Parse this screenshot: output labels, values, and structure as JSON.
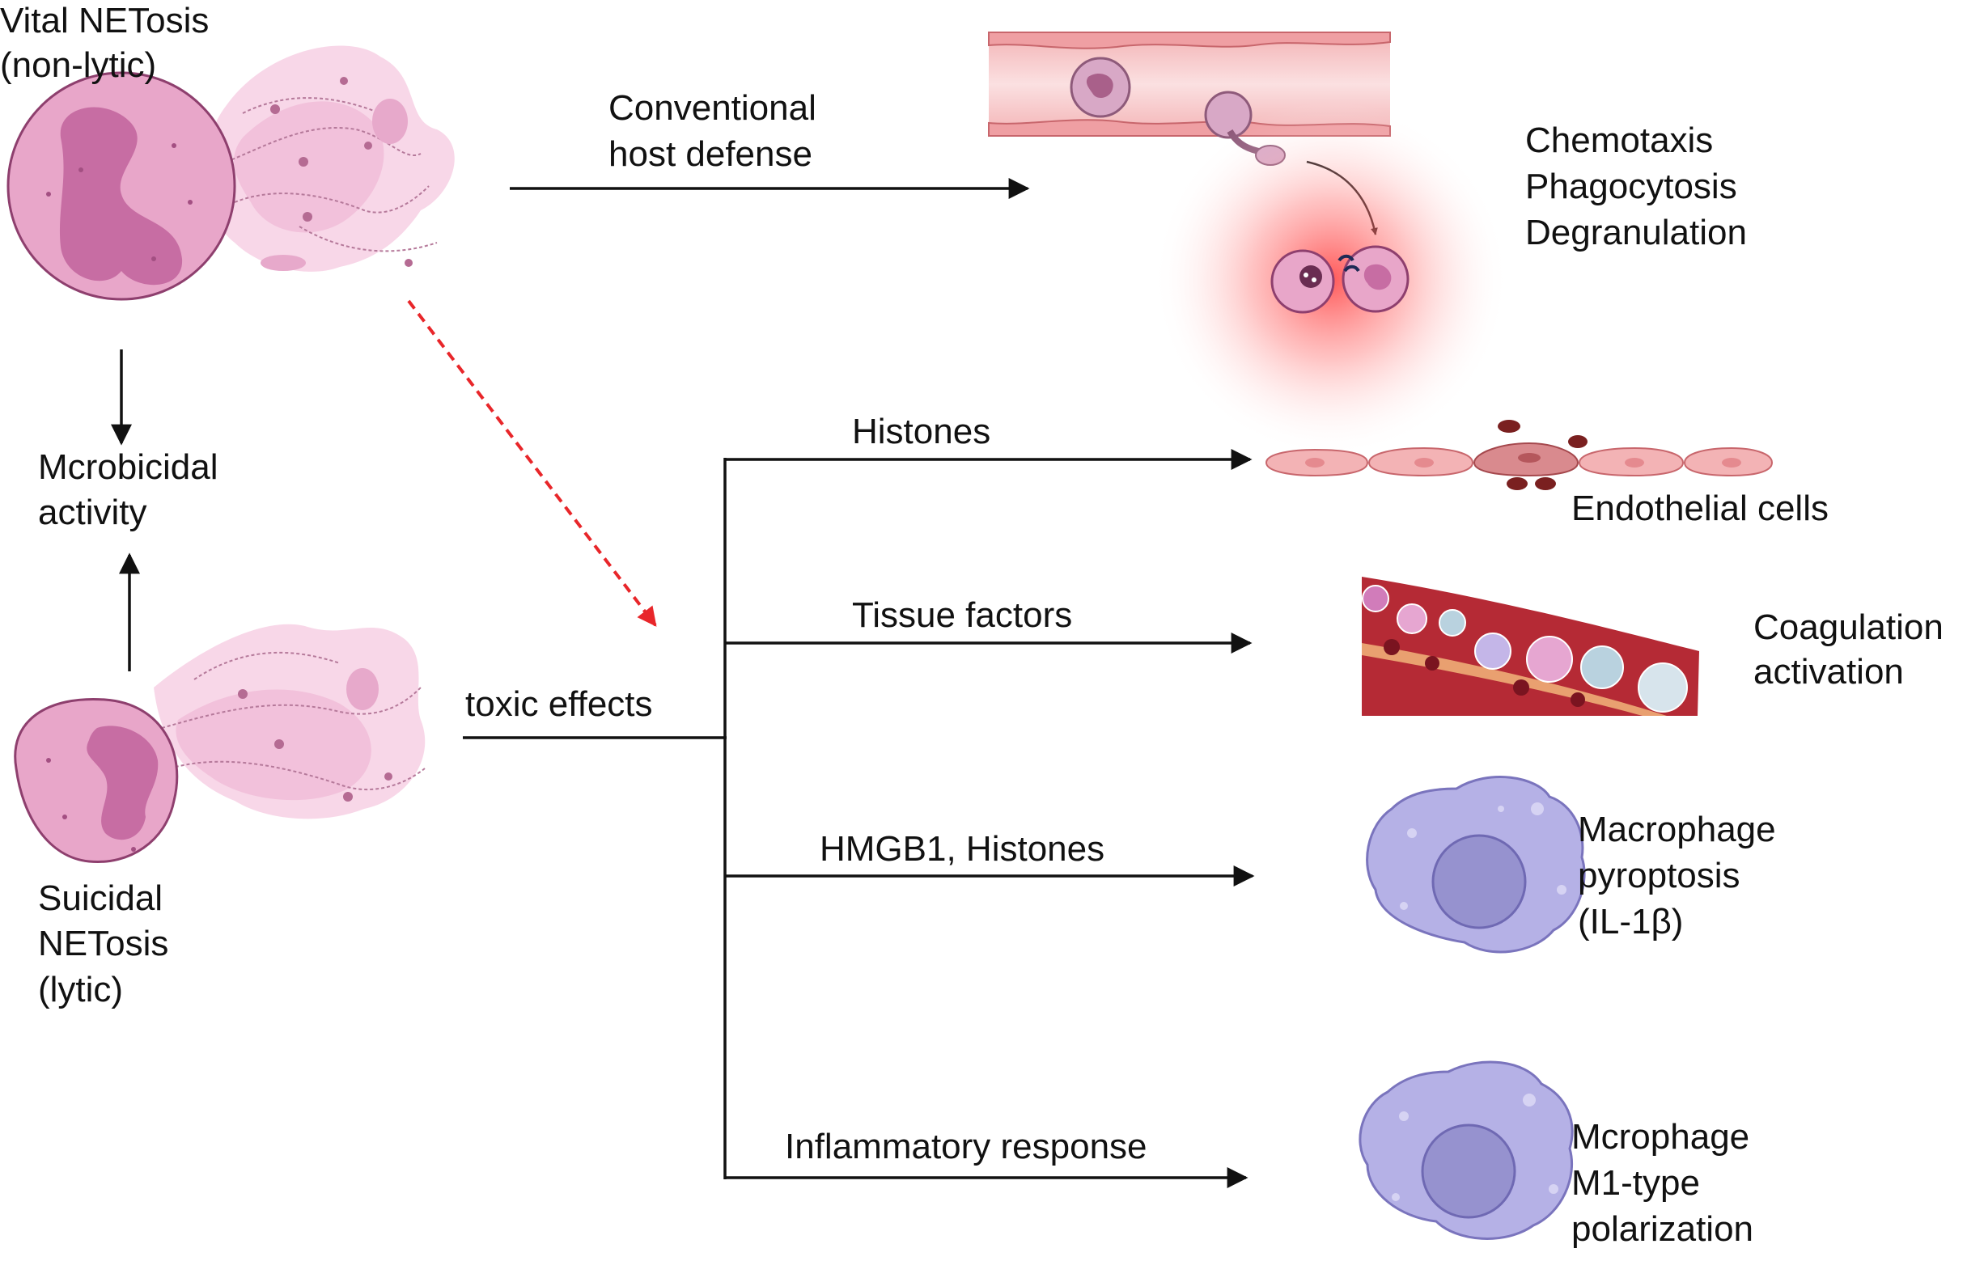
{
  "labels": {
    "vital_1": "Vital NETosis",
    "vital_2": "(non-lytic)",
    "conventional_1": "Conventional",
    "conventional_2": "host defense",
    "chemotaxis": "Chemotaxis",
    "phagocytosis": "Phagocytosis",
    "degranulation": "Degranulation",
    "microbicidal_1": "Mcrobicidal",
    "microbicidal_2": "activity",
    "histones": "Histones",
    "endothelial": "Endothelial cells",
    "tissue_factors": "Tissue factors",
    "coagulation_1": "Coagulation",
    "coagulation_2": "activation",
    "toxic_effects": "toxic effects",
    "hmgb1": "HMGB1, Histones",
    "pyroptosis_1": "Macrophage",
    "pyroptosis_2": "pyroptosis",
    "pyroptosis_3": "(IL-1β)",
    "inflammatory": "Inflammatory response",
    "m1_1": "Mcrophage",
    "m1_2": "M1-type",
    "m1_3": "polarization",
    "suicidal_1": "Suicidal",
    "suicidal_2": "NETosis",
    "suicidal_3": "(lytic)"
  },
  "colors": {
    "neutrophil": "#e8a6c9",
    "nucleus": "#c76da3",
    "vessel": "#f7d2d4",
    "macrophage": "#b5b1e6",
    "macrophage_nucleus": "#9692cf",
    "dashed_arrow": "#e8262a",
    "arrow": "#111111"
  },
  "icons": [
    "vital-neutrophil-icon",
    "suicidal-neutrophil-icon",
    "blood-vessel-icon",
    "phagocytosis-glow-icon",
    "endothelial-cells-icon",
    "coagulation-vessel-icon",
    "macrophage-pyroptosis-icon",
    "macrophage-m1-icon"
  ]
}
